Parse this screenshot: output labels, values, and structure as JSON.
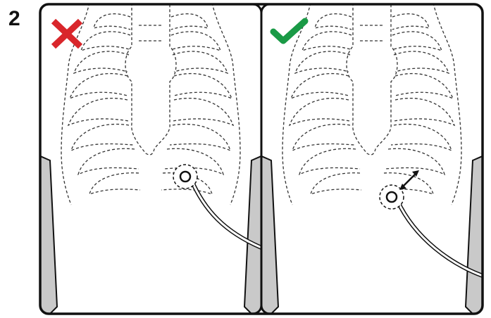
{
  "step": {
    "number": "2"
  },
  "panels": [
    {
      "id": "incorrect",
      "mark": "cross-icon",
      "mark_color": "#d9262b",
      "description_icon": "electrode-on-ribs"
    },
    {
      "id": "correct",
      "mark": "check-icon",
      "mark_color": "#1a9a46",
      "description_icon": "electrode-below-ribs-with-gap-arrow"
    }
  ],
  "colors": {
    "outline": "#111111",
    "rib_line": "#333333",
    "torso_side": "#c9c9c9",
    "cable": "#ffffff"
  }
}
